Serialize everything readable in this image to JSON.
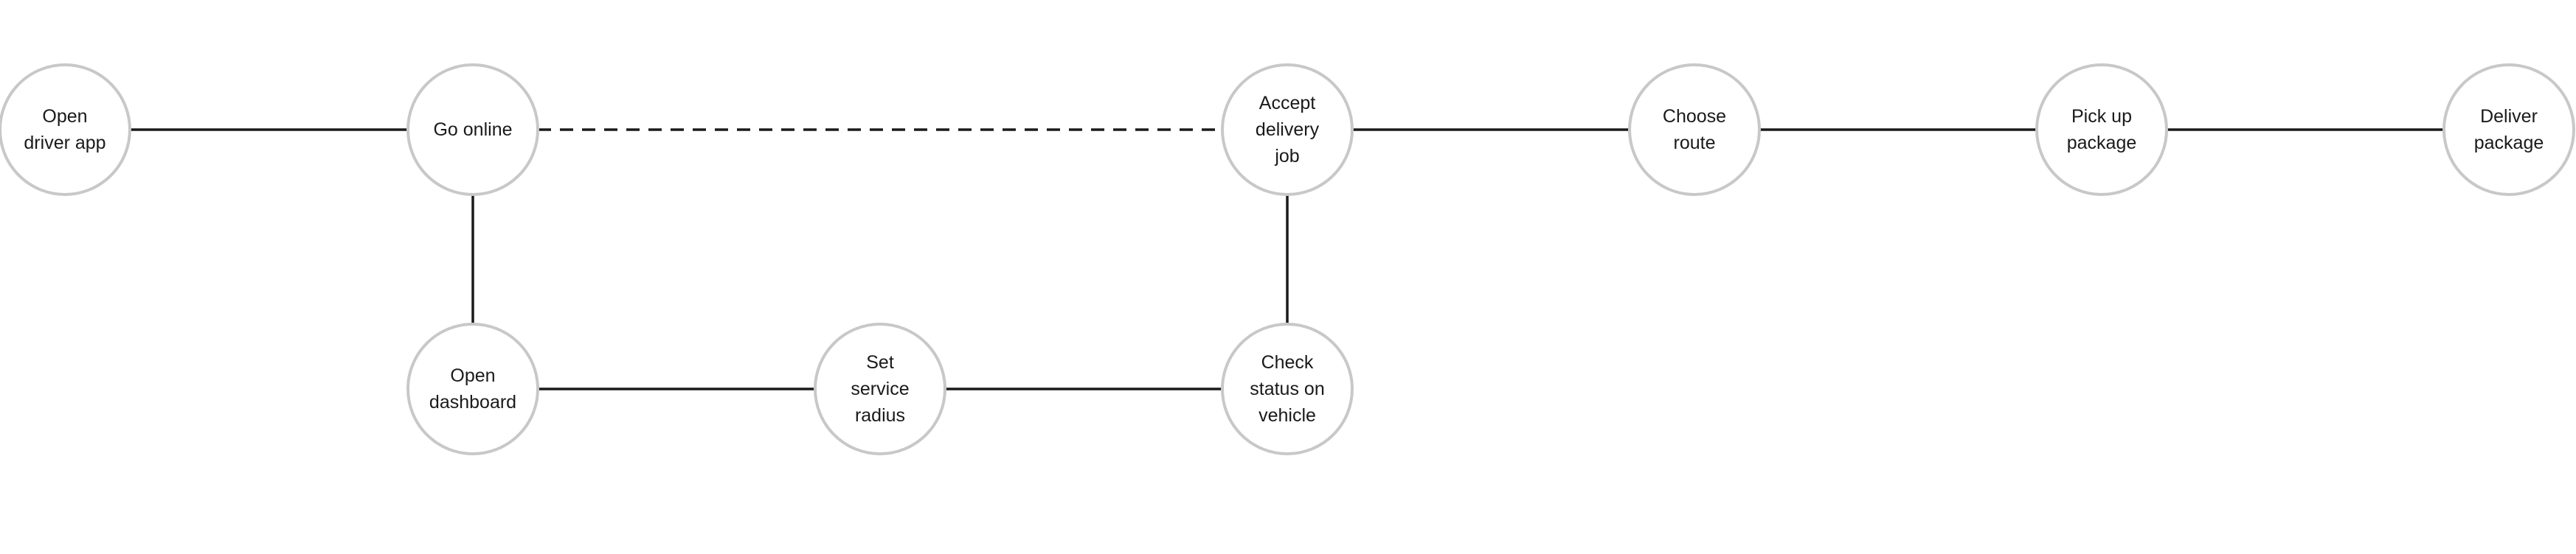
{
  "diagram": {
    "nodes": [
      {
        "id": "open-driver-app",
        "lines": [
          "Open",
          "driver app"
        ]
      },
      {
        "id": "go-online",
        "lines": [
          "Go online"
        ]
      },
      {
        "id": "accept-delivery-job",
        "lines": [
          "Accept",
          "delivery",
          "job"
        ]
      },
      {
        "id": "choose-route",
        "lines": [
          "Choose",
          "route"
        ]
      },
      {
        "id": "pick-up-package",
        "lines": [
          "Pick up",
          "package"
        ]
      },
      {
        "id": "deliver-package",
        "lines": [
          "Deliver",
          "package"
        ]
      },
      {
        "id": "open-dashboard",
        "lines": [
          "Open",
          "dashboard"
        ]
      },
      {
        "id": "set-service-radius",
        "lines": [
          "Set",
          "service",
          "radius"
        ]
      },
      {
        "id": "check-status-on-vehicle",
        "lines": [
          "Check",
          "status on",
          "vehicle"
        ]
      }
    ],
    "edges": [
      {
        "from": "open-driver-app",
        "to": "go-online",
        "style": "solid"
      },
      {
        "from": "go-online",
        "to": "accept-delivery-job",
        "style": "dashed"
      },
      {
        "from": "accept-delivery-job",
        "to": "choose-route",
        "style": "solid"
      },
      {
        "from": "choose-route",
        "to": "pick-up-package",
        "style": "solid"
      },
      {
        "from": "pick-up-package",
        "to": "deliver-package",
        "style": "solid"
      },
      {
        "from": "go-online",
        "to": "open-dashboard",
        "style": "solid"
      },
      {
        "from": "open-dashboard",
        "to": "set-service-radius",
        "style": "solid"
      },
      {
        "from": "set-service-radius",
        "to": "check-status-on-vehicle",
        "style": "solid"
      },
      {
        "from": "check-status-on-vehicle",
        "to": "accept-delivery-job",
        "style": "solid"
      }
    ],
    "colors": {
      "node_border": "#c8c8c8",
      "edge": "#1a1a1a",
      "text": "#1a1a1a",
      "background": "#ffffff"
    }
  }
}
